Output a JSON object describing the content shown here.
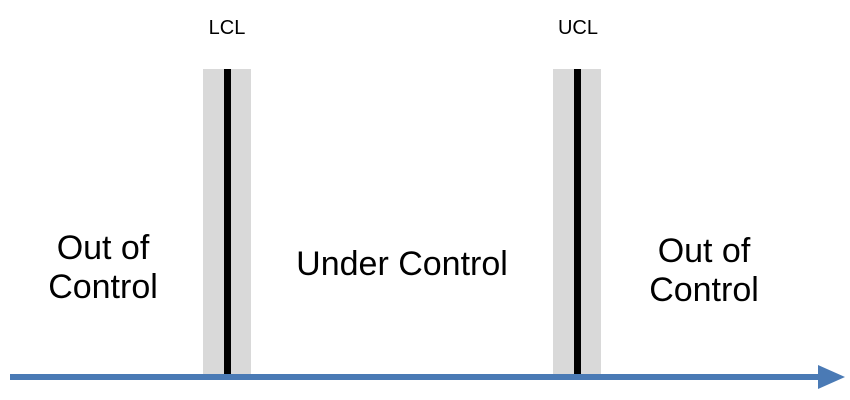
{
  "limits": {
    "lower": "LCL",
    "upper": "UCL"
  },
  "zones": {
    "left": {
      "line1": "Out of",
      "line2": "Control"
    },
    "middle": "Under Control",
    "right": {
      "line1": "Out of",
      "line2": "Control"
    }
  },
  "colors": {
    "axis": "#4a7ab5",
    "band": "#d9d9d9",
    "limit_line": "#000000",
    "background": "#ffffff"
  }
}
